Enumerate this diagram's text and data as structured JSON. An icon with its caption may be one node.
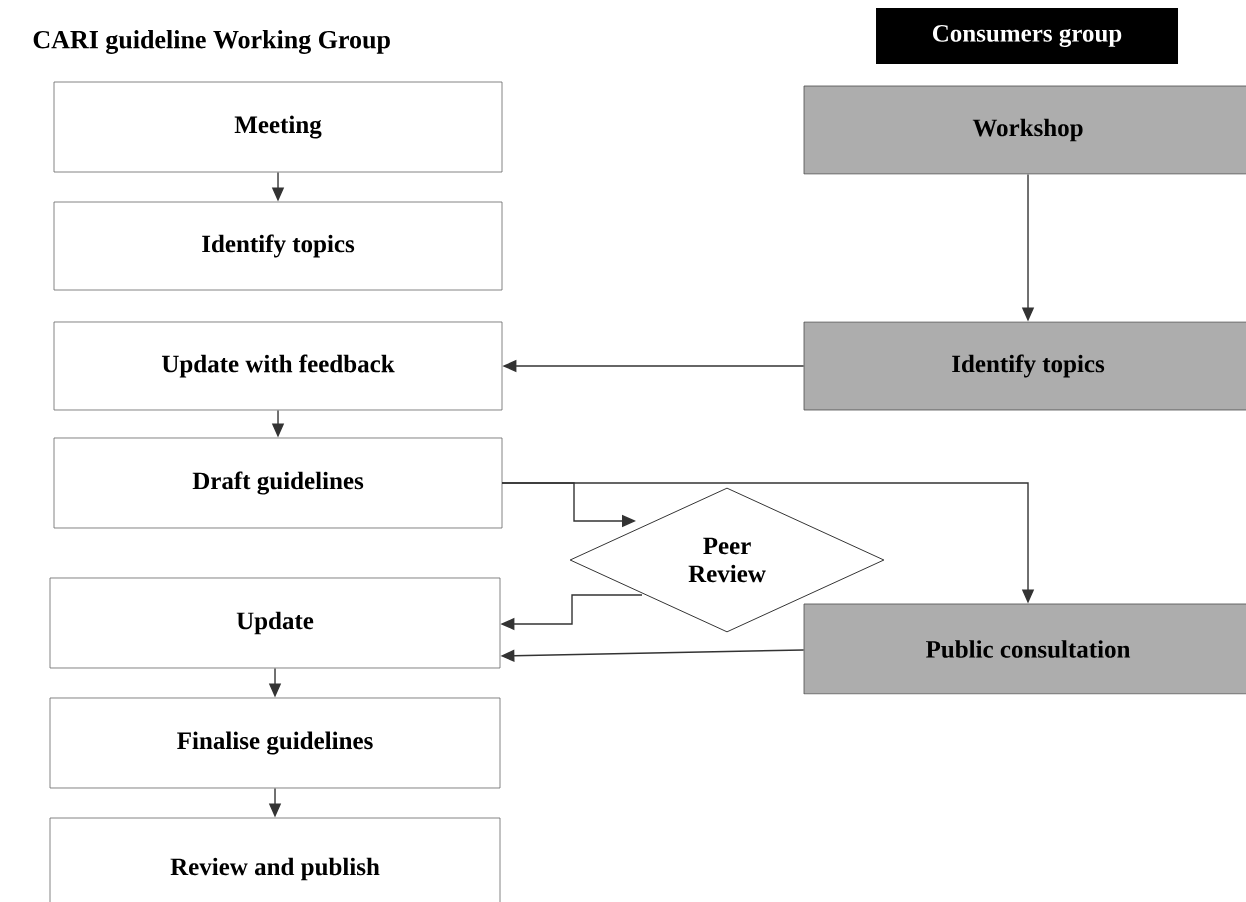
{
  "diagram": {
    "title": "CARI guideline Working Group",
    "nodes": [
      {
        "text": [
          "Consumers group"
        ]
      },
      {
        "text": [
          "Meeting"
        ]
      },
      {
        "text": [
          "Workshop"
        ]
      },
      {
        "text": [
          "Identify topics"
        ]
      },
      {
        "text": [
          "Update with feedback"
        ]
      },
      {
        "text": [
          "Identify topics"
        ]
      },
      {
        "text": [
          "Draft guidelines"
        ]
      },
      {
        "text": [
          "Peer Review"
        ]
      },
      {
        "text": [
          "Update"
        ]
      },
      {
        "text": [
          "Public consultation"
        ]
      },
      {
        "text": [
          "Finalise guidelines"
        ]
      },
      {
        "text": [
          "Review and publish"
        ]
      }
    ],
    "edges": [
      {
        "from": 1,
        "to": 3,
        "arrow": "to"
      },
      {
        "from": 2,
        "to": 5,
        "arrow": "to"
      },
      {
        "from": 5,
        "to": 4,
        "arrow": "to"
      },
      {
        "from": 4,
        "to": 6,
        "arrow": "to"
      },
      {
        "from": 6,
        "to": 7,
        "arrow": "to"
      },
      {
        "from": 6,
        "to": 9,
        "arrow": "to"
      },
      {
        "from": 7,
        "to": 8,
        "arrow": "to"
      },
      {
        "from": 9,
        "to": 8,
        "arrow": "to"
      },
      {
        "from": 8,
        "to": 10,
        "arrow": "to"
      },
      {
        "from": 10,
        "to": 11,
        "arrow": "to"
      }
    ]
  }
}
